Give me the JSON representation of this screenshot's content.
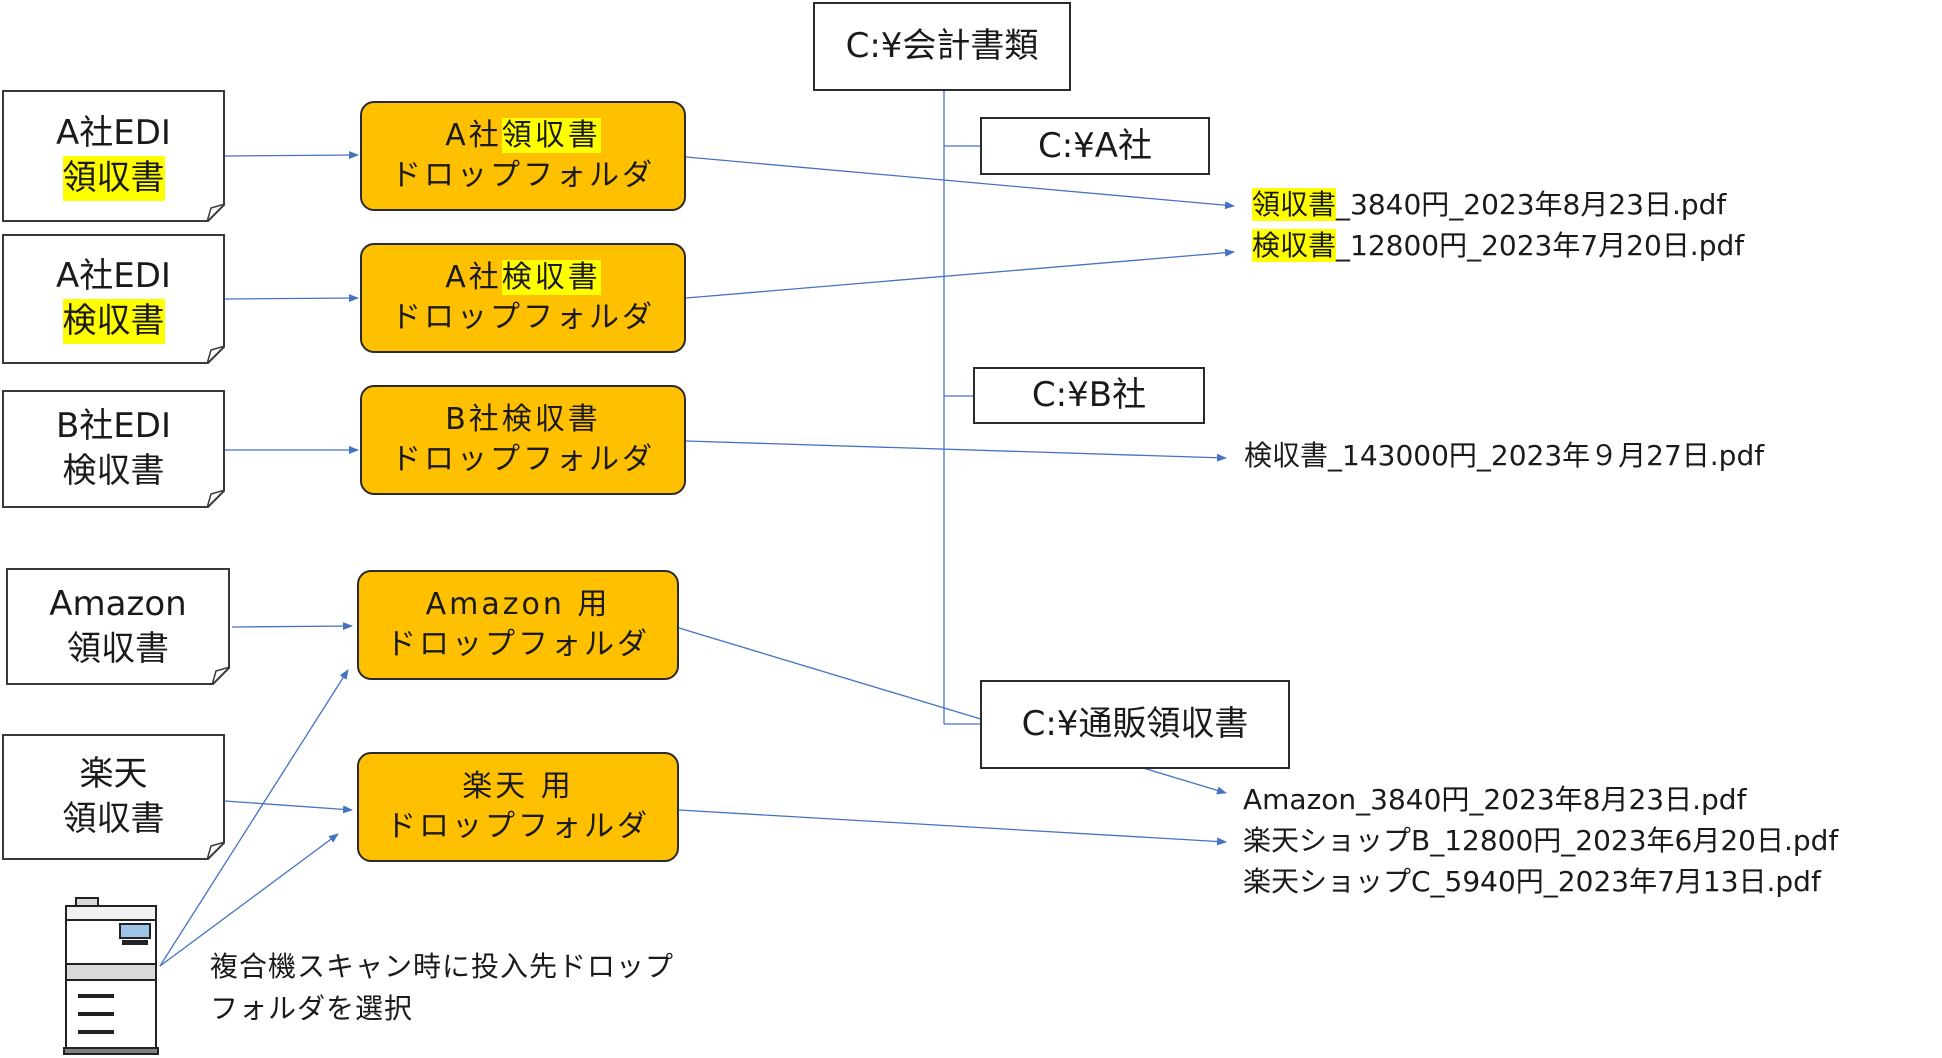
{
  "sources": {
    "a_receipt": {
      "line1": "A社EDI",
      "line2": "領収書"
    },
    "a_inspection": {
      "line1": "A社EDI",
      "line2": "検収書"
    },
    "b_inspection": {
      "line1": "B社EDI",
      "line2": "検収書"
    },
    "amazon": {
      "line1": "Amazon",
      "line2": "領収書"
    },
    "rakuten": {
      "line1": "楽天",
      "line2": "領収書"
    }
  },
  "drop_folders": {
    "a_receipt": {
      "prefix": "A社",
      "highlight": "領収書",
      "line2": "ドロップフォルダ"
    },
    "a_inspection": {
      "prefix": "A社",
      "highlight": "検収書",
      "line2": "ドロップフォルダ"
    },
    "b_inspection": {
      "line1": "B社検収書",
      "line2": "ドロップフォルダ"
    },
    "amazon": {
      "line1": "Amazon 用",
      "line2": "ドロップフォルダ"
    },
    "rakuten": {
      "line1": "楽天 用",
      "line2": "ドロップフォルダ"
    }
  },
  "directories": {
    "root": "C:¥会計書類",
    "company_a": "C:¥A社",
    "company_b": "C:¥B社",
    "mail_order": "C:¥通販領収書"
  },
  "files": {
    "company_a": [
      {
        "highlight": "領収書",
        "rest": "_3840円_2023年8月23日.pdf"
      },
      {
        "highlight": "検収書",
        "rest": "_12800円_2023年7月20日.pdf"
      }
    ],
    "company_b": [
      "検収書_143000円_2023年９月27日.pdf"
    ],
    "mail_order": [
      "Amazon_3840円_2023年8月23日.pdf",
      "楽天ショップB_12800円_2023年6月20日.pdf",
      "楽天ショップC_5940円_2023年7月13日.pdf"
    ]
  },
  "scanner_caption": {
    "line1": "複合機スキャン時に投入先ドロップ",
    "line2": "フォルダを選択"
  },
  "colors": {
    "drop_folder_fill": "#FFC000",
    "highlight": "#FFFF00",
    "arrow": "#4472C4"
  }
}
